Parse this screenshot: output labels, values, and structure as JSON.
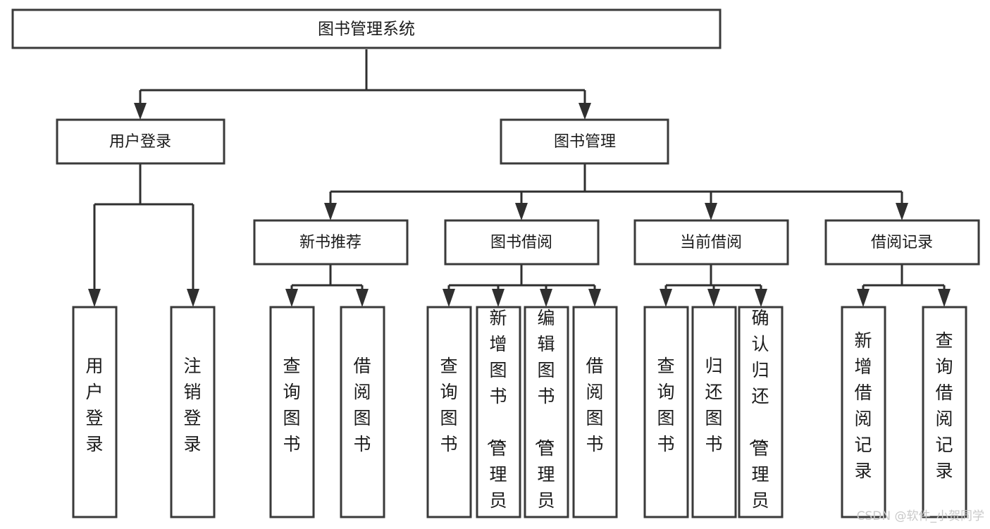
{
  "diagram": {
    "type": "tree-hierarchy",
    "title": "图书管理系统",
    "colors": {
      "background": "#ffffff",
      "box_stroke": "#3a3a3a",
      "box_fill": "#ffffff",
      "edge": "#2f2f2f",
      "text": "#1b1b1b",
      "watermark": "#c9c9c9"
    },
    "root": {
      "label": "图书管理系统"
    },
    "level2": [
      {
        "label": "用户登录"
      },
      {
        "label": "图书管理"
      }
    ],
    "level3": [
      {
        "label": "新书推荐"
      },
      {
        "label": "图书借阅"
      },
      {
        "label": "当前借阅"
      },
      {
        "label": "借阅记录"
      }
    ],
    "leaves": {
      "user_login": [
        {
          "label": "用户登录"
        },
        {
          "label": "注销登录"
        }
      ],
      "new_book_recommend": [
        {
          "label": "查询图书"
        },
        {
          "label": "借阅图书"
        }
      ],
      "book_borrow": [
        {
          "label": "查询图书"
        },
        {
          "label": "新增图书（管理员）"
        },
        {
          "label": "编辑图书（管理员）"
        },
        {
          "label": "借阅图书"
        }
      ],
      "current_borrow": [
        {
          "label": "查询图书"
        },
        {
          "label": "归还图书"
        },
        {
          "label": "确认归还（管理员）"
        }
      ],
      "borrow_record": [
        {
          "label": "新增借阅记录"
        },
        {
          "label": "查询借阅记录"
        }
      ]
    },
    "watermark": "CSDN @软件_小贺同学"
  }
}
